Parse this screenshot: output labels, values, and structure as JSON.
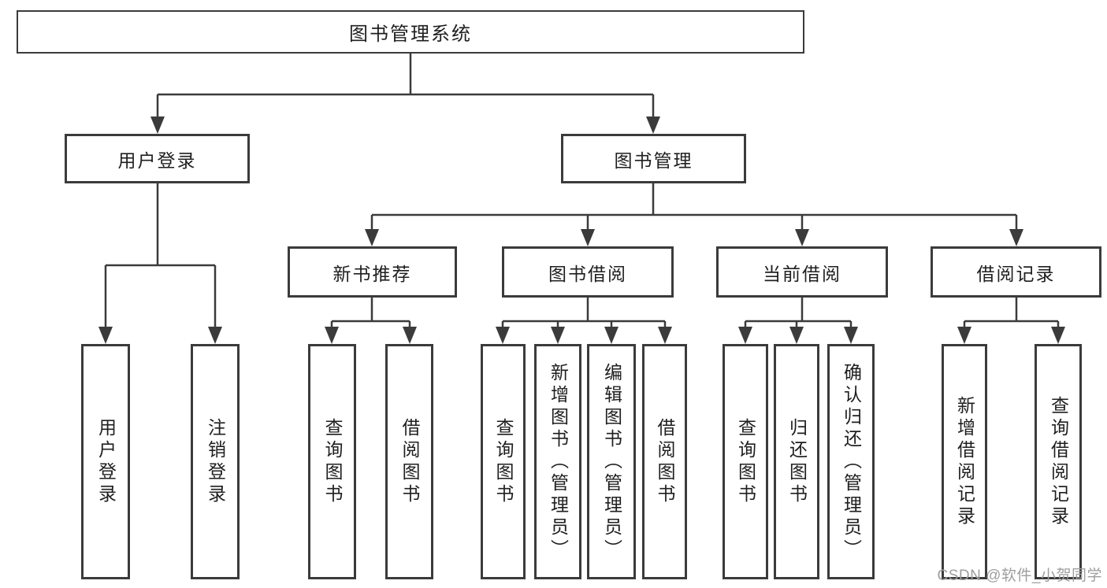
{
  "diagram": {
    "root": {
      "label": "图书管理系统"
    },
    "user_branch": {
      "label": "用户登录",
      "children": [
        {
          "label": "用户登录"
        },
        {
          "label": "注销登录"
        }
      ]
    },
    "book_branch": {
      "label": "图书管理",
      "groups": [
        {
          "label": "新书推荐",
          "children": [
            {
              "label": "查询图书"
            },
            {
              "label": "借阅图书"
            }
          ]
        },
        {
          "label": "图书借阅",
          "children": [
            {
              "label": "查询图书"
            },
            {
              "label": "新增图书（管理员）"
            },
            {
              "label": "编辑图书（管理员）"
            },
            {
              "label": "借阅图书"
            }
          ]
        },
        {
          "label": "当前借阅",
          "children": [
            {
              "label": "查询图书"
            },
            {
              "label": "归还图书"
            },
            {
              "label": "确认归还（管理员）"
            }
          ]
        },
        {
          "label": "借阅记录",
          "children": [
            {
              "label": "新增借阅记录"
            },
            {
              "label": "查询借阅记录"
            }
          ]
        }
      ]
    }
  },
  "watermark": {
    "text": "CSDN @软件_小贺同学"
  },
  "colors": {
    "line": "#3b3b3b",
    "text": "#1f1f1f",
    "watermark": "#9e9e9e",
    "background": "#ffffff"
  }
}
